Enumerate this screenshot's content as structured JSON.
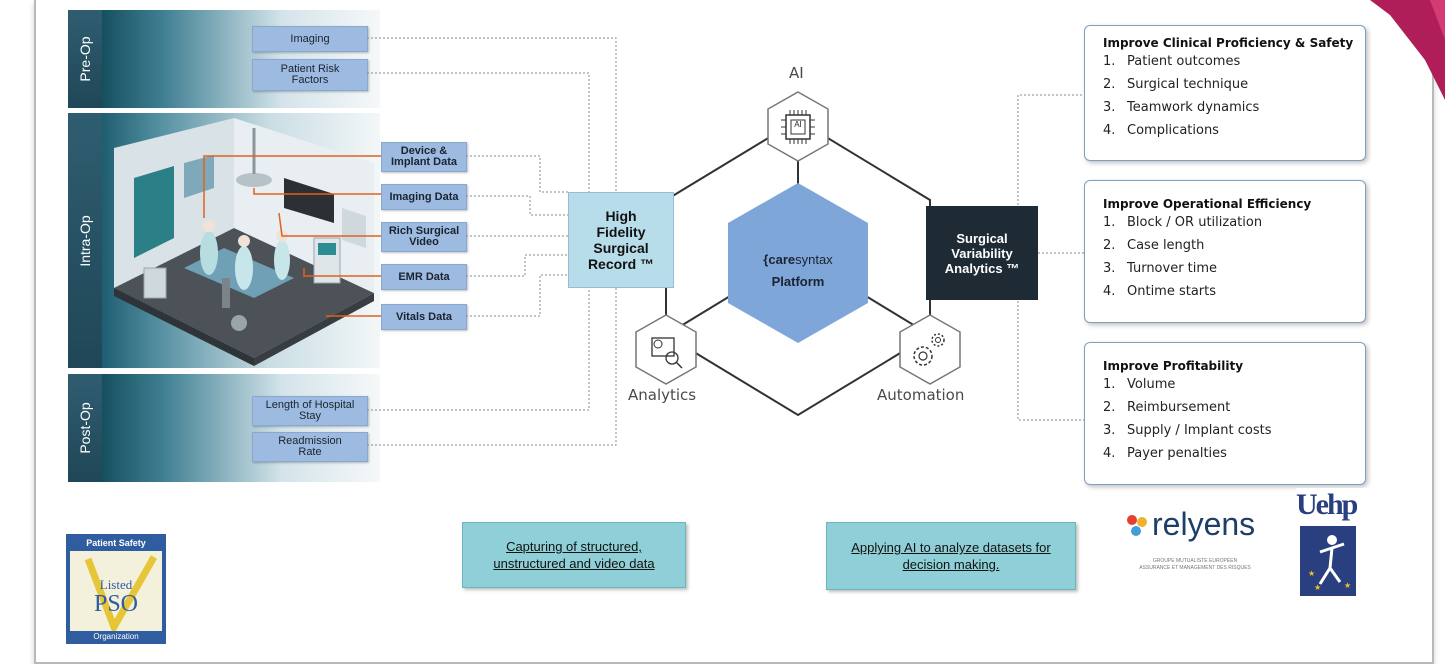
{
  "phases": {
    "pre_op": "Pre-Op",
    "intra_op": "Intra-Op",
    "post_op": "Post-Op"
  },
  "sources": {
    "imaging": "Imaging",
    "patient_risk": "Patient Risk Factors",
    "device_implant": "Device & Implant Data",
    "imaging_data": "Imaging Data",
    "rich_video": "Rich Surgical Video",
    "emr": "EMR Data",
    "vitals": "Vitals Data",
    "length_stay": "Length of Hospital Stay",
    "readmission": "Readmission Rate"
  },
  "record": "High Fidelity Surgical Record ™",
  "platform": {
    "brand_care": "care",
    "brand_syntax": "syntax",
    "label": "Platform"
  },
  "nodes": {
    "ai": "AI",
    "ai_chip": "AI",
    "analytics": "Analytics",
    "automation": "Automation"
  },
  "analytics_output": "Surgical Variability Analytics ™",
  "outcomes": [
    {
      "title": "Improve Clinical Proficiency & Safety",
      "items": [
        "Patient outcomes",
        "Surgical technique",
        "Teamwork dynamics",
        "Complications"
      ]
    },
    {
      "title": "Improve Operational Efficiency",
      "items": [
        "Block / OR utilization",
        "Case length",
        "Turnover time",
        "Ontime starts"
      ]
    },
    {
      "title": "Improve Profitability",
      "items": [
        "Volume",
        "Reimbursement",
        "Supply / Implant costs",
        "Payer penalties"
      ]
    }
  ],
  "captions": {
    "capture": "Capturing of structured, unstructured and video data",
    "apply": "Applying AI to analyze datasets for decision making."
  },
  "logos": {
    "pso_top": "Patient Safety",
    "pso_mid": "Listed",
    "pso_main": "PSO",
    "pso_bottom": "Organization",
    "relyens": "relyens",
    "relyens_sub1": "GROUPE MUTUALISTE EUROPÉEN",
    "relyens_sub2": "ASSURANCE ET MANAGEMENT DES RISQUES",
    "uehp": "Uehp"
  },
  "colors": {
    "phase_bar": "#1f4757",
    "source_box": "#9dbbe0",
    "record_box": "#b7dcea",
    "platform_hex": "#7fa6d8",
    "analytics_box": "#1e2b35",
    "caption_box": "#8fd0d8",
    "corner_accent": "#b01e5a"
  }
}
